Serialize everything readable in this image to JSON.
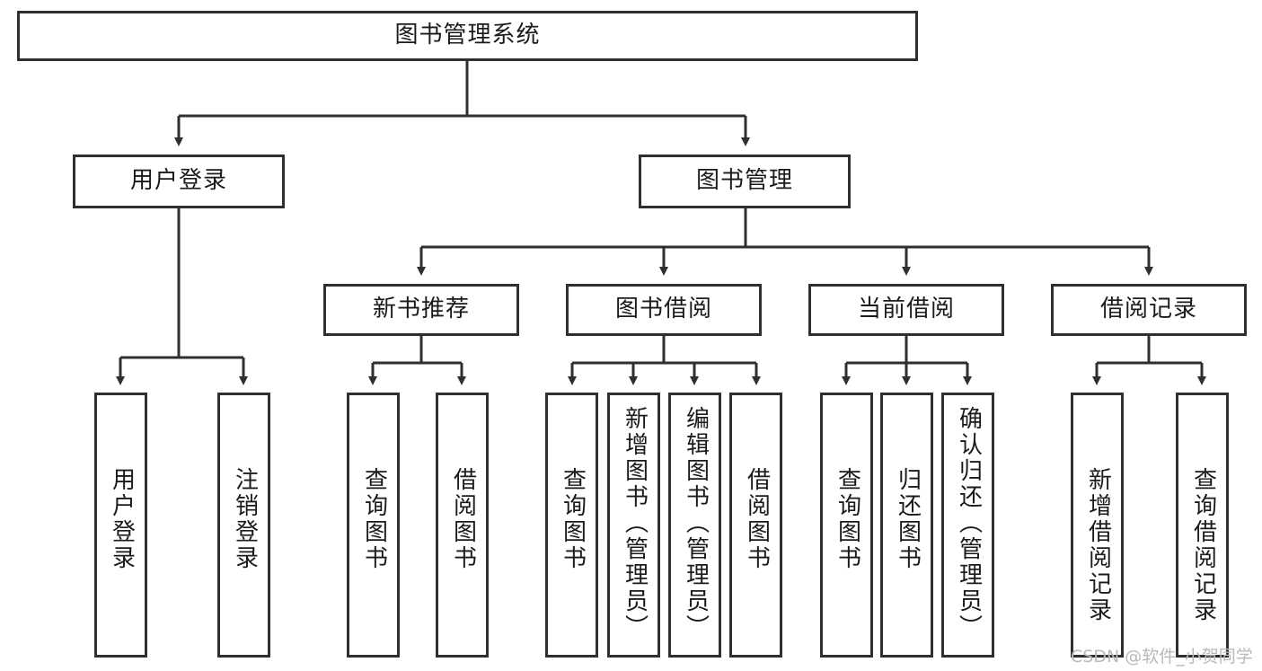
{
  "diagram": {
    "title": "图书管理系统",
    "root": {
      "label": "图书管理系统"
    },
    "level2": [
      {
        "label": "用户登录"
      },
      {
        "label": "图书管理"
      }
    ],
    "level3": [
      {
        "label": "新书推荐"
      },
      {
        "label": "图书借阅"
      },
      {
        "label": "当前借阅"
      },
      {
        "label": "借阅记录"
      }
    ],
    "leaves": {
      "user_login": [
        {
          "label": "用户登录"
        },
        {
          "label": "注销登录"
        }
      ],
      "new_book": [
        {
          "label": "查询图书"
        },
        {
          "label": "借阅图书"
        }
      ],
      "book_borrow": [
        {
          "label": "查询图书"
        },
        {
          "label": "新增图书（管理员）"
        },
        {
          "label": "编辑图书（管理员）"
        },
        {
          "label": "借阅图书"
        }
      ],
      "current_borrow": [
        {
          "label": "查询图书"
        },
        {
          "label": "归还图书"
        },
        {
          "label": "确认归还（管理员）"
        }
      ],
      "borrow_record": [
        {
          "label": "新增借阅记录"
        },
        {
          "label": "查询借阅记录"
        }
      ]
    }
  },
  "watermark": {
    "text": "CSDN @软件_小贺同学"
  },
  "colors": {
    "stroke": "#2f2f2f",
    "text": "#1b1b1b",
    "background": "#ffffff",
    "watermark": "#b9b9b9"
  }
}
